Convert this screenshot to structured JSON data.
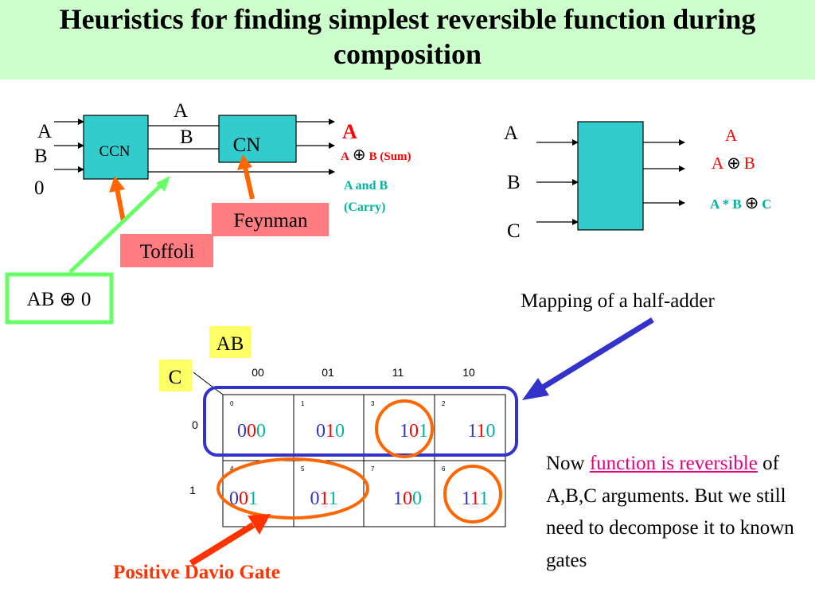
{
  "title": "Heuristics for finding simplest reversible function during composition",
  "left_circuit": {
    "inputs": [
      "A",
      "B",
      "0"
    ],
    "mid_labels": [
      "A",
      "B"
    ],
    "gate1": "CCN",
    "gate2": "CN",
    "outputs": {
      "a": "A",
      "sum_a": "A",
      "sum_op": "⊕",
      "sum_rest": "B (Sum)",
      "carry": [
        "A and B",
        "(Carry)"
      ]
    },
    "feynman": "Feynman",
    "toffoli": "Toffoli",
    "ab_box": "AB ⊕ 0"
  },
  "right_circuit": {
    "inputs": [
      "A",
      "B",
      "C"
    ],
    "out1": "A",
    "out2": {
      "a": "A",
      "op": "⊕",
      "b": "B"
    },
    "out3": {
      "lhs": "A * B",
      "op": "⊕",
      "rhs": "C"
    },
    "caption": "Mapping of a half-adder"
  },
  "kmap": {
    "ab_label": "AB",
    "c_label": "C",
    "col_headers": [
      "00",
      "01",
      "11",
      "10"
    ],
    "row_headers": [
      "0",
      "1"
    ],
    "cells": [
      [
        {
          "idx": "0",
          "bits": [
            "0",
            "0",
            "0"
          ]
        },
        {
          "idx": "1",
          "bits": [
            "0",
            "1",
            "0"
          ]
        },
        {
          "idx": "3",
          "bits": [
            "1",
            "0",
            "1"
          ]
        },
        {
          "idx": "2",
          "bits": [
            "1",
            "1",
            "0"
          ]
        }
      ],
      [
        {
          "idx": "4",
          "bits": [
            "0",
            "0",
            "1"
          ]
        },
        {
          "idx": "5",
          "bits": [
            "0",
            "1",
            "1"
          ]
        },
        {
          "idx": "7",
          "bits": [
            "1",
            "0",
            "0"
          ]
        },
        {
          "idx": "6",
          "bits": [
            "1",
            "1",
            "1"
          ]
        }
      ]
    ]
  },
  "davio_label": "Positive Davio Gate",
  "note": {
    "pre": "Now ",
    "link": "function is reversible",
    "post": " of A,B,C arguments. But we still need to decompose it to known gates"
  },
  "colors": {
    "title_bg": "#ccffcc",
    "gate_fill": "#33cccc",
    "label_box": "#ff7c80",
    "highlight": "#ffff66",
    "green": "#66ff66",
    "orange": "#ff6600",
    "blue": "#3333cc",
    "red": "#ff0000",
    "teal": "#00b3a0"
  }
}
